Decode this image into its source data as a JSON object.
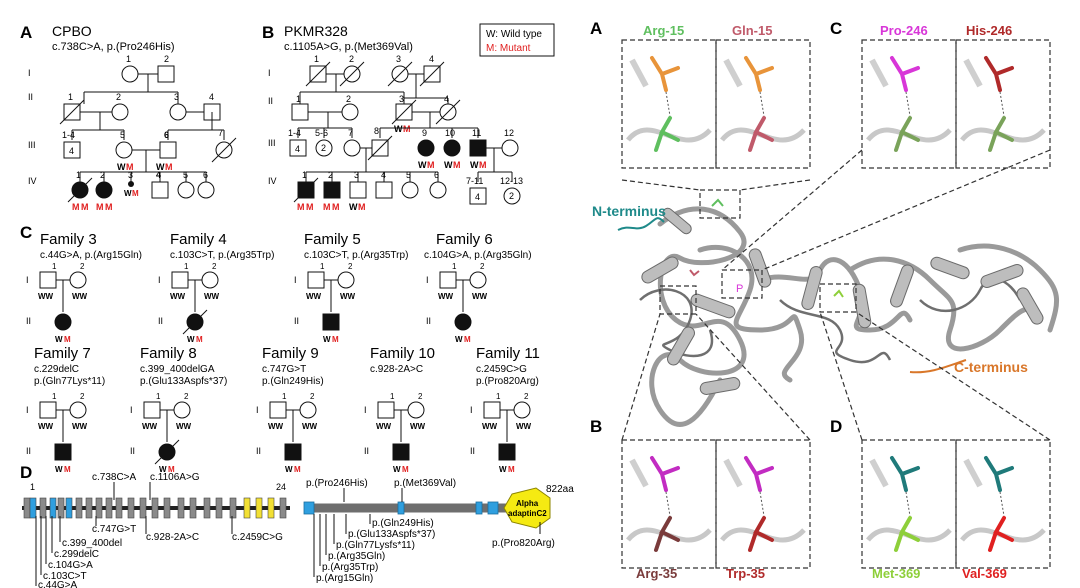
{
  "left": {
    "panelA": {
      "label": "A",
      "family": "CPBO",
      "variant": "c.738C>A, p.(Pro246His)",
      "gen": [
        "I",
        "II",
        "III",
        "IV"
      ],
      "num": {
        "I1": "1",
        "I2": "2",
        "II1": "1",
        "II2": "2",
        "II3": "3",
        "II4": "4",
        "III14": "1-4",
        "III5": "5",
        "III6": "6",
        "III7": "7",
        "IV1": "1",
        "IV2": "2",
        "IV3": "3",
        "IV4": "4",
        "IV5": "5",
        "IV6": "6"
      },
      "inside": {
        "III14": "4"
      },
      "geno": {
        "III5a": "W",
        "III5b": "M",
        "III6a": "W",
        "III6b": "M",
        "IV1a": "M",
        "IV1b": "M",
        "IV2a": "M",
        "IV2b": "M",
        "IV3a": "W",
        "IV3b": "M"
      }
    },
    "panelB": {
      "label": "B",
      "family": "PKMR328",
      "variant": "c.1105A>G, p.(Met369Val)",
      "gen": [
        "I",
        "II",
        "III",
        "IV"
      ],
      "num": {
        "I1": "1",
        "I2": "2",
        "I3": "3",
        "I4": "4",
        "II1": "1",
        "II2": "2",
        "II3": "3",
        "II4": "4",
        "III14": "1-4",
        "III56": "5-6",
        "III7": "7",
        "III8": "8",
        "III9": "9",
        "III10": "10",
        "III11": "11",
        "III12": "12",
        "IV1": "1",
        "IV2": "2",
        "IV3": "3",
        "IV4": "4",
        "IV5": "5",
        "IV6": "6",
        "IV711": "7-11",
        "IV1213": "12-13"
      },
      "inside": {
        "III14": "4",
        "III56": "2",
        "IV711": "4",
        "IV1213": "2"
      },
      "geno": {
        "II3a": "W",
        "II3b": "M",
        "III9a": "W",
        "III9b": "M",
        "III10a": "W",
        "III10b": "M",
        "III11a": "W",
        "III11b": "M",
        "IV1a": "M",
        "IV1b": "M",
        "IV2a": "M",
        "IV2b": "M",
        "IV3a": "W",
        "IV3b": "M"
      }
    },
    "legend": {
      "wild": "W: Wild type",
      "mutant": "M: Mutant"
    },
    "panelC": {
      "label": "C",
      "families": [
        {
          "name": "Family 3",
          "var1": "c.44G>A, p.(Arg15Gln)",
          "var2": ""
        },
        {
          "name": "Family 4",
          "var1": "c.103C>T, p.(Arg35Trp)",
          "var2": ""
        },
        {
          "name": "Family 5",
          "var1": "c.103C>T, p.(Arg35Trp)",
          "var2": ""
        },
        {
          "name": "Family 6",
          "var1": "c.104G>A, p.(Arg35Gln)",
          "var2": ""
        },
        {
          "name": "Family 7",
          "var1": "c.229delC",
          "var2": "p.(Gln77Lys*11)"
        },
        {
          "name": "Family 8",
          "var1": "c.399_400delGA",
          "var2": "p.(Glu133Aspfs*37)"
        },
        {
          "name": "Family 9",
          "var1": "c.747G>T",
          "var2": "p.(Gln249His)"
        },
        {
          "name": "Family 10",
          "var1": "c.928-2A>C",
          "var2": ""
        },
        {
          "name": "Family 11",
          "var1": "c.2459C>G",
          "var2": "p.(Pro820Arg)"
        }
      ],
      "gen": [
        "I",
        "II"
      ],
      "num": {
        "one": "1",
        "two": "2"
      },
      "parent_w": "W",
      "child_w": "W",
      "child_m": "M"
    },
    "panelD": {
      "label": "D",
      "exon_first": "1",
      "exon_last": "24",
      "cdna_top": [
        "c.738C>A",
        "c.1106A>G"
      ],
      "cdna_mid": [
        "c.747G>T",
        "c.928-2A>C",
        "c.2459C>G"
      ],
      "cdna_bottom": [
        "c.399_400del",
        "c.299delC",
        "c.104G>A",
        "c.103C>T",
        "c.44G>A"
      ],
      "protein_top": [
        "p.(Pro246His)",
        "p.(Met369Val)"
      ],
      "protein_length": "822aa",
      "domain": [
        "Alpha",
        "adaptinC2"
      ],
      "protein_bottom": [
        "p.(Gln249His)",
        "p.(Glu133Aspfs*37)",
        "p.(Gln77Lysfs*11)",
        "p.(Arg35Gln)",
        "p.(Arg35Trp)",
        "p.(Arg15Gln)"
      ],
      "protein_right": "p.(Pro820Arg)"
    }
  },
  "right": {
    "panelA": {
      "label": "A",
      "wt": "Arg-15",
      "mt": "Gln-15"
    },
    "panelB": {
      "label": "B",
      "wt": "Arg-35",
      "mt": "Trp-35"
    },
    "panelC": {
      "label": "C",
      "wt": "Pro-246",
      "mt": "His-246"
    },
    "panelD": {
      "label": "D",
      "wt": "Met-369",
      "mt": "Val-369"
    },
    "n_terminus": "N-terminus",
    "c_terminus": "C-terminus",
    "site_label": "P"
  },
  "colors": {
    "mutant_text": "#e02020",
    "arg15": "#5fbf5f",
    "gln15": "#c05a6a",
    "pro246": "#d836d8",
    "his246": "#b02a2a",
    "arg35": "#7a3b3b",
    "trp35": "#b02a2a",
    "met369": "#8ecf3a",
    "val369": "#e02020",
    "n_term": "#1f8a8a",
    "c_term": "#d9772a",
    "exon_blue": "#2f9fdf",
    "exon_yellow": "#f2e034",
    "domain": "#f5ea12"
  }
}
